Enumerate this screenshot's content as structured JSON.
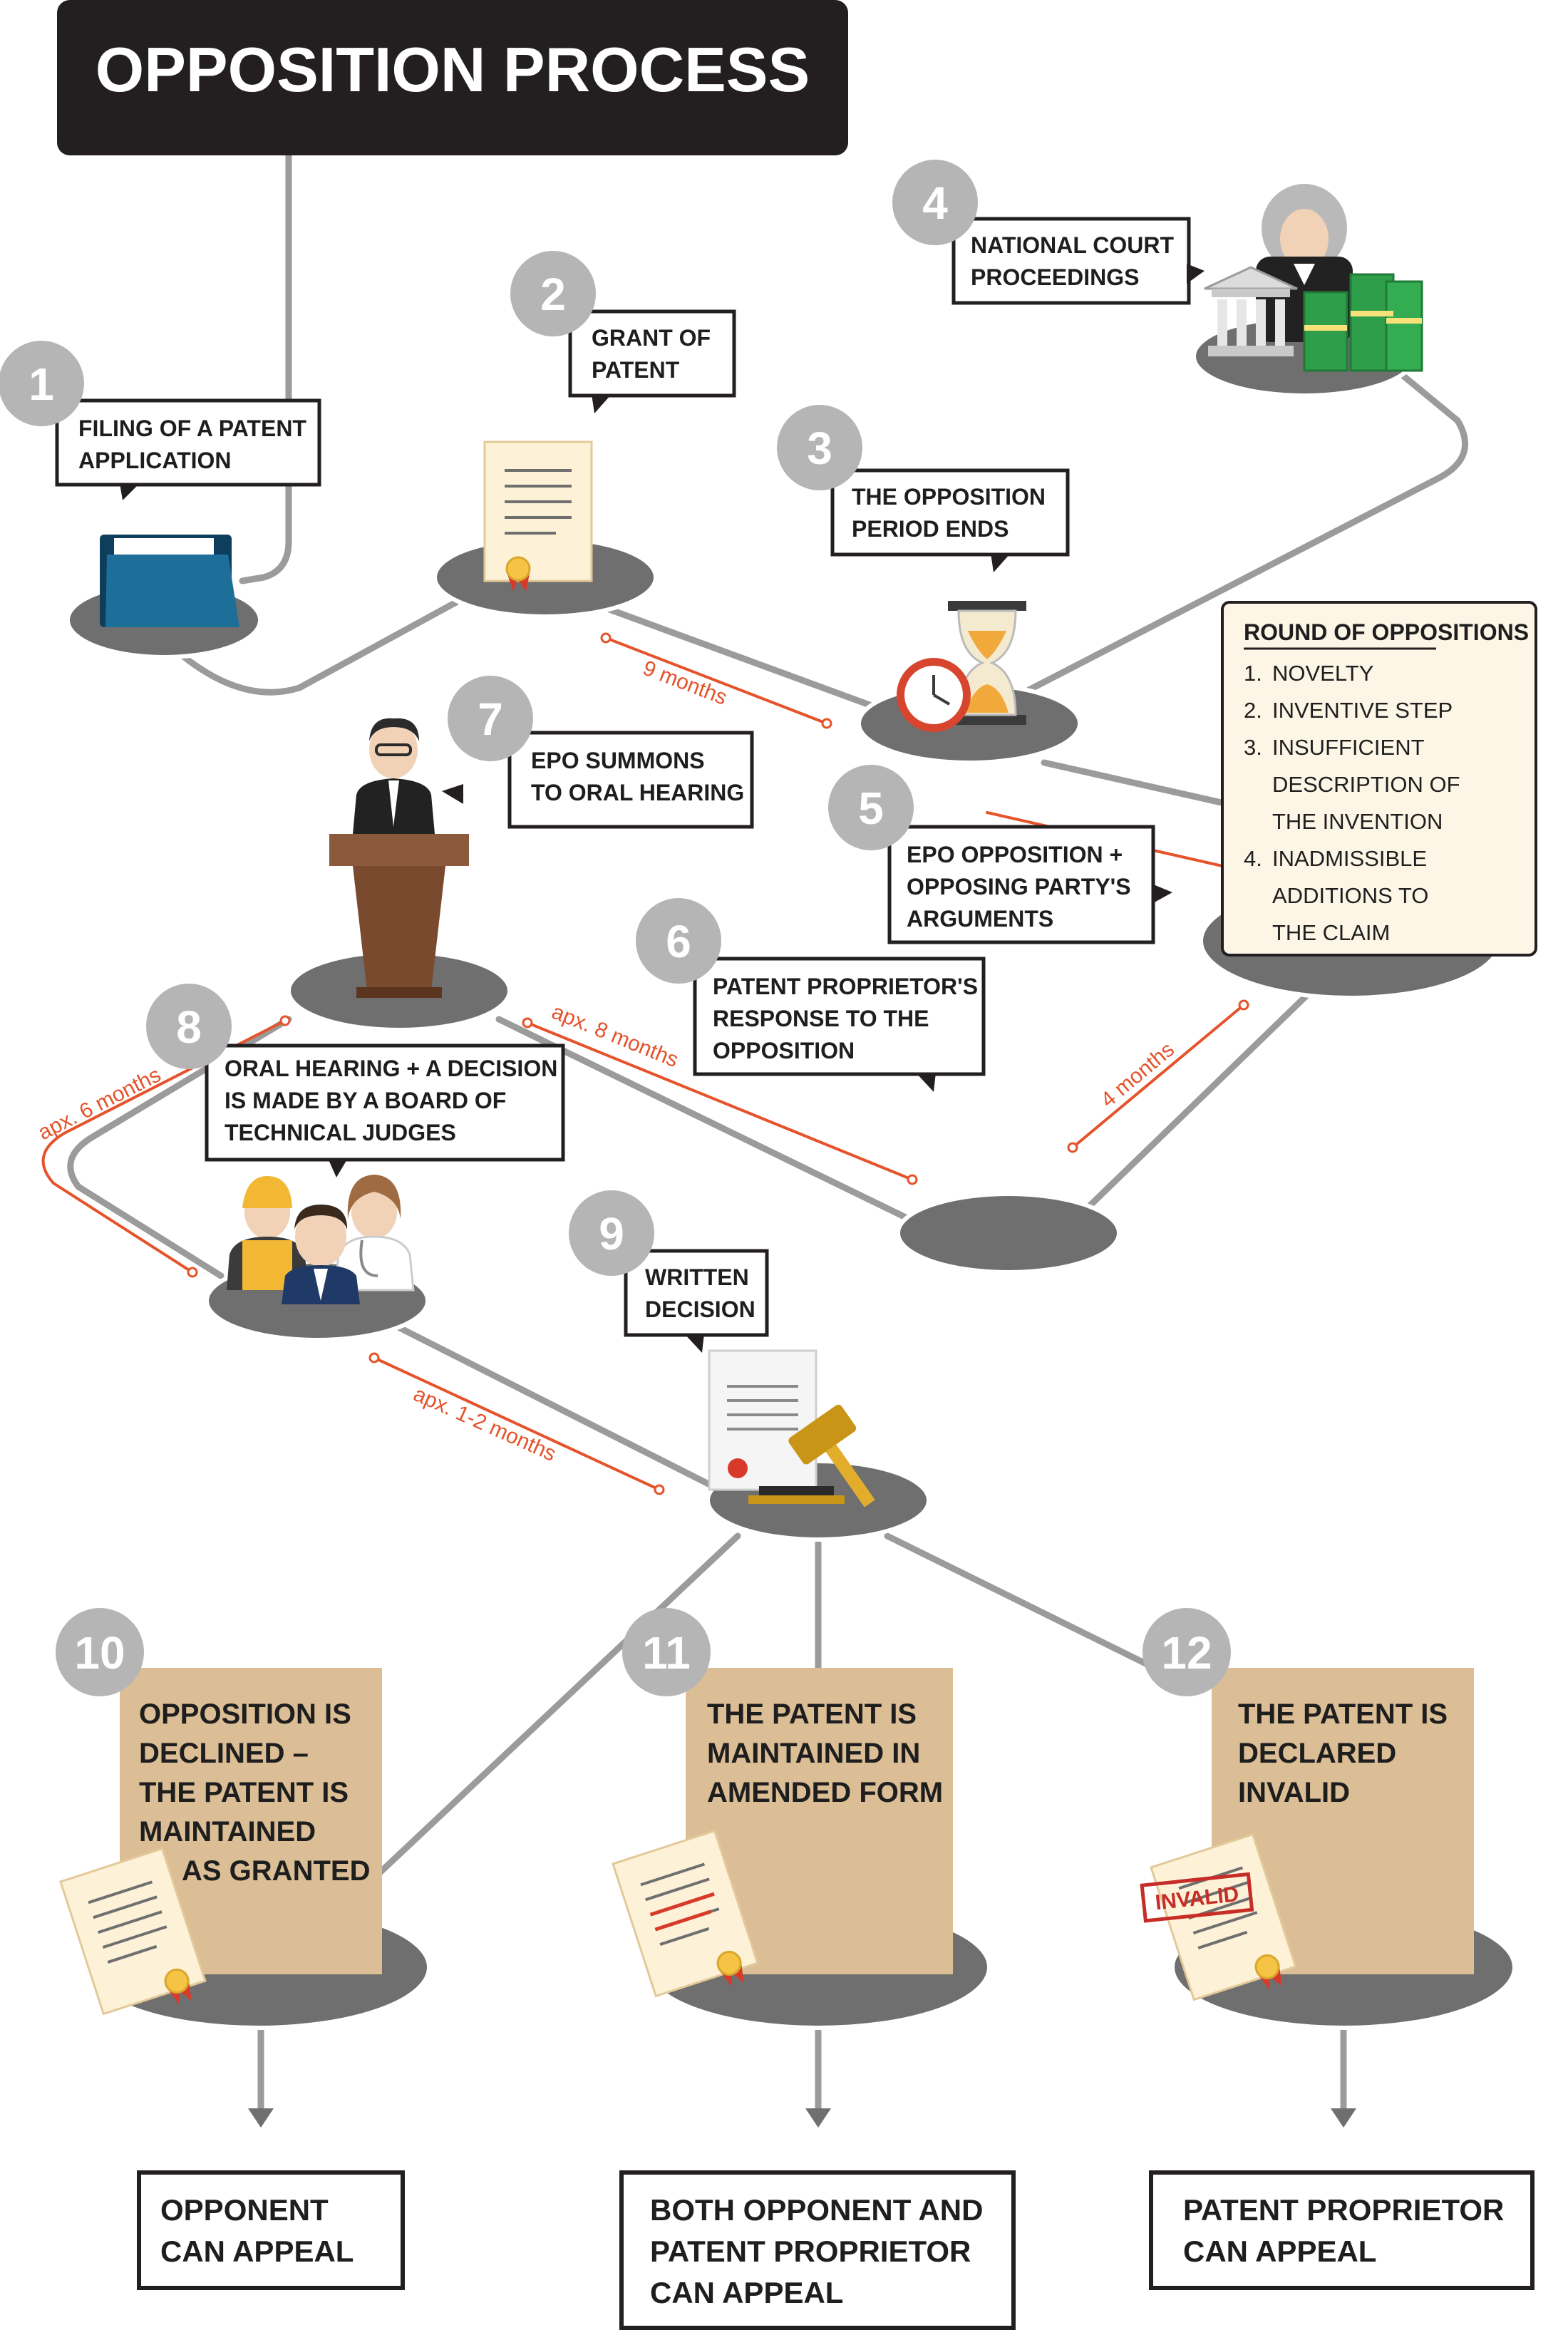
{
  "title": "OPPOSITION PROCESS",
  "steps": [
    {
      "number": "1",
      "lines": [
        "FILING OF A PATENT",
        "APPLICATION"
      ]
    },
    {
      "number": "2",
      "lines": [
        "GRANT OF",
        "PATENT"
      ]
    },
    {
      "number": "3",
      "lines": [
        "THE OPPOSITION",
        "PERIOD ENDS"
      ]
    },
    {
      "number": "4",
      "lines": [
        "NATIONAL COURT",
        "PROCEEDINGS"
      ]
    },
    {
      "number": "5",
      "lines": [
        "EPO OPPOSITION +",
        "OPPOSING PARTY'S",
        "ARGUMENTS"
      ]
    },
    {
      "number": "6",
      "lines": [
        "PATENT PROPRIETOR'S",
        "RESPONSE TO THE",
        "OPPOSITION"
      ]
    },
    {
      "number": "7",
      "lines": [
        "EPO SUMMONS",
        "TO ORAL HEARING"
      ]
    },
    {
      "number": "8",
      "lines": [
        "ORAL HEARING + A DECISION",
        "IS MADE BY A BOARD OF",
        "TECHNICAL JUDGES"
      ]
    },
    {
      "number": "9",
      "lines": [
        "WRITTEN",
        "DECISION"
      ]
    }
  ],
  "round": {
    "title": "ROUND OF OPPOSITIONS",
    "items": [
      {
        "num": "1.",
        "lines": [
          "NOVELTY"
        ]
      },
      {
        "num": "2.",
        "lines": [
          "INVENTIVE STEP"
        ]
      },
      {
        "num": "3.",
        "lines": [
          "INSUFFICIENT",
          "DESCRIPTION OF",
          "THE INVENTION"
        ]
      },
      {
        "num": "4.",
        "lines": [
          "INADMISSIBLE",
          "ADDITIONS TO",
          "THE CLAIM"
        ]
      }
    ]
  },
  "durations": {
    "d9months": "9 months",
    "d4months": "4 months",
    "d8months": "apx. 8 months",
    "d6months": "apx. 6 months",
    "d12months": "apx. 1-2 months"
  },
  "results": [
    {
      "number": "10",
      "lines": [
        "OPPOSITION IS",
        "DECLINED –",
        "THE PATENT IS",
        "MAINTAINED",
        "AS GRANTED"
      ],
      "outcome": [
        "OPPONENT",
        "CAN APPEAL"
      ]
    },
    {
      "number": "11",
      "lines": [
        "THE PATENT IS",
        "MAINTAINED IN",
        "AMENDED FORM"
      ],
      "outcome": [
        "BOTH OPPONENT AND",
        "PATENT PROPRIETOR",
        "CAN APPEAL"
      ]
    },
    {
      "number": "12",
      "lines": [
        "THE PATENT IS",
        "DECLARED",
        "INVALID"
      ],
      "outcome": [
        "PATENT PROPRIETOR",
        "CAN APPEAL"
      ]
    }
  ],
  "stamp": "INVALID",
  "colors": {
    "path": "#9b9b9b",
    "platform": "#6f6f6f",
    "badge": "#b5b5b5",
    "duration": "#e5532b",
    "card": "#dcbe96",
    "dark": "#231f20"
  }
}
